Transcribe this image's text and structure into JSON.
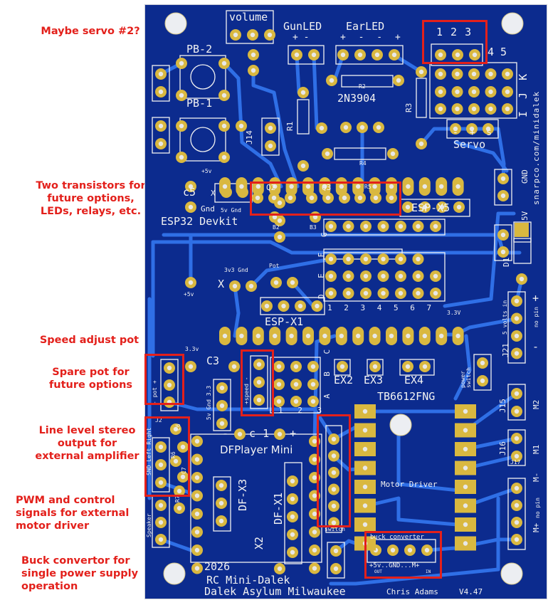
{
  "annotations": {
    "servo2": "Maybe servo #2?",
    "transistors": [
      "Two transistors for",
      "future options,",
      "LEDs, relays, etc."
    ],
    "speed_pot": "Speed adjust pot",
    "spare_pot": [
      "Spare pot for",
      "future options"
    ],
    "line_level": [
      "Line level stereo",
      "output for",
      "external amplifier"
    ],
    "pwm": [
      "PWM and control",
      "signals for external",
      "motor driver"
    ],
    "buck": [
      "Buck convertor for",
      "single power supply",
      "operation"
    ]
  },
  "silkscreen": {
    "volume": "volume",
    "gunled": "GunLED",
    "gunled_pol": "+ -",
    "earled": "EarLED",
    "earled_pol": "+ - - +",
    "servo2_pins": "1 2 3",
    "pins_45": "4 5",
    "pb2": "PB-2",
    "pb1": "PB-1",
    "r1": "R1",
    "r2": "R2",
    "r3": "R3",
    "r4": "R4",
    "r5": "R5",
    "transistor": "2N3904",
    "j14": "J14",
    "ijk": "I J K",
    "url": "snarpco.com/minidalek",
    "servo_pol": "- + s",
    "servo": "Servo",
    "plus5v": "+5v",
    "c5": "c5",
    "x": "X",
    "gnd": "Gnd",
    "fivev_gnd": "5v Gnd",
    "esp32": "ESP32 Devkit",
    "q2": "Q2",
    "q3": "Q3",
    "b2": "B2",
    "b3": "B3",
    "g": "G",
    "esp_x5": "ESP-X5",
    "gnd_right": "GND",
    "fivev_right": "5V",
    "d1": "D1",
    "v33_gnd": "3v3 Gnd",
    "pot": "Pot",
    "def": "D E F",
    "nums7": "1 2 3 4 5 6 7",
    "v33": "3.3V",
    "esp_x1": "ESP-X1",
    "j21": "J21",
    "five_volts_in": "5 volts in",
    "plus": "+",
    "minus": "-",
    "no_pin": "no pin",
    "fivev": "5v",
    "v33_small": "3.3v",
    "c3": "C3",
    "pot_label": "- pot +",
    "speed_label": "+speed -",
    "cba": "A B C",
    "v33_gnd_5v": "5v Gnd 3.3",
    "ex2": "EX2",
    "ex3": "EX3",
    "ex4": "EX4",
    "power_switch": "power switch",
    "tb6612": "TB6612FNG",
    "nums3": "1 2 3",
    "j15": "J15",
    "m2": "M2",
    "j16": "J16",
    "m1": "M1",
    "j17": "J17",
    "m_minus": "M-",
    "m_plus": "M+",
    "j2": "J2",
    "snd_lr": "SND Left Right",
    "c6": "C6",
    "r6": "R6",
    "c7": "C7",
    "r7": "R7",
    "c1": "- c1 +",
    "dfplayer": "DFPlayer Mini",
    "df_x3": "DF-X3",
    "df_x1": "DF-X1",
    "x2": "X2",
    "speaker": "Speaker",
    "motor_driver": "Motor Driver",
    "buck_conv": "buck converter",
    "buck_pins": "+5v..GND...M+",
    "out": "OUT",
    "in": "IN",
    "switch": "switch",
    "year": "2026",
    "title": "RC Mini-Dalek",
    "org": "Dalek Asylum Milwaukee",
    "author": "Chris Adams",
    "version": "V4.47"
  },
  "colors": {
    "board": "#0c2b8e",
    "trace": "#2f6fe6",
    "pad": "#d9b840",
    "silk": "#f2f2f2",
    "annotation": "#e3201b"
  }
}
